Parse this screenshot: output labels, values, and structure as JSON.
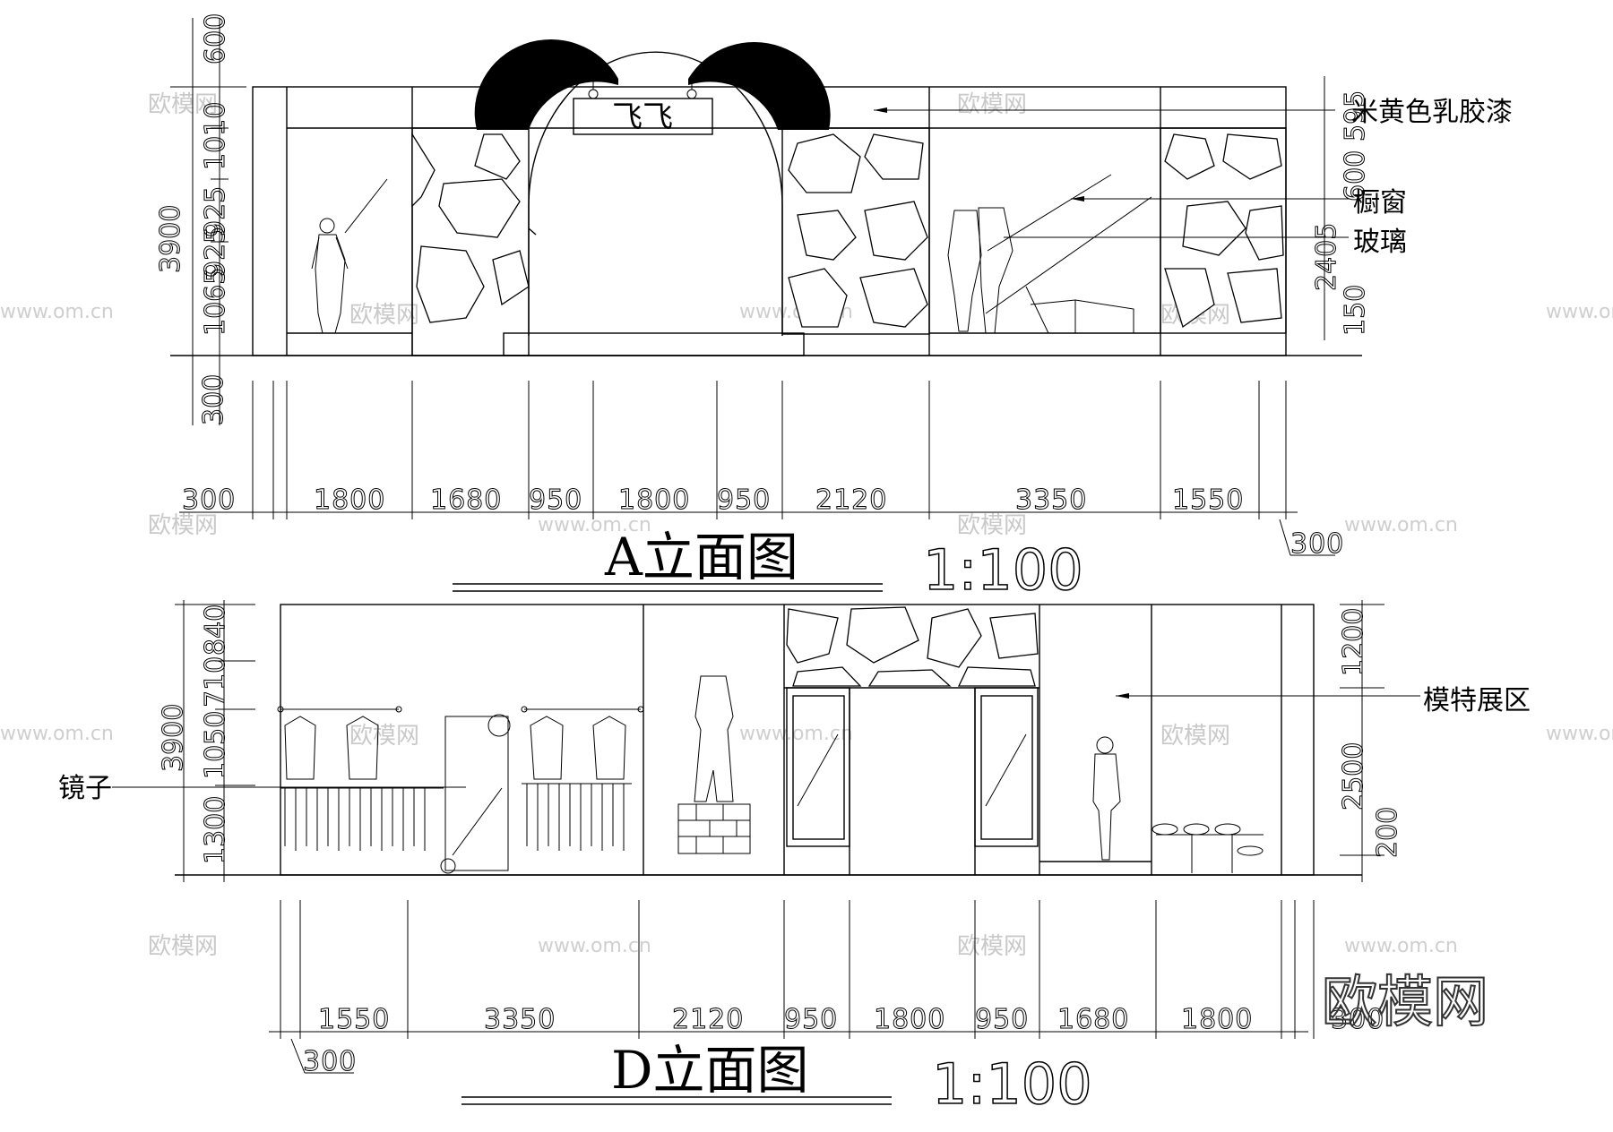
{
  "elevation_a": {
    "title": "A立面图",
    "scale": "1:100",
    "sign_text": "飞飞",
    "horizontal_dims": [
      "300",
      "1800",
      "1680",
      "950",
      "1800",
      "950",
      "2120",
      "3350",
      "1550",
      "300"
    ],
    "vertical_dims_left": [
      "600",
      "1010",
      "925",
      "925",
      "1065",
      "3900",
      "300"
    ],
    "vertical_dims_right": [
      "595",
      "600",
      "2405",
      "150"
    ],
    "annotations": [
      "米黄色乳胶漆",
      "橱窗",
      "玻璃"
    ]
  },
  "elevation_d": {
    "title": "D立面图",
    "scale": "1:100",
    "horizontal_dims": [
      "300",
      "1550",
      "3350",
      "2120",
      "950",
      "1800",
      "950",
      "1680",
      "1800",
      "300"
    ],
    "vertical_dims_left": [
      "840",
      "710",
      "1050",
      "3900",
      "1300"
    ],
    "vertical_dims_right": [
      "1200",
      "2500",
      "200"
    ],
    "annotations": [
      "模特展区",
      "镜子"
    ]
  },
  "watermark": {
    "brand": "欧模网",
    "site": "www.om.cn"
  }
}
